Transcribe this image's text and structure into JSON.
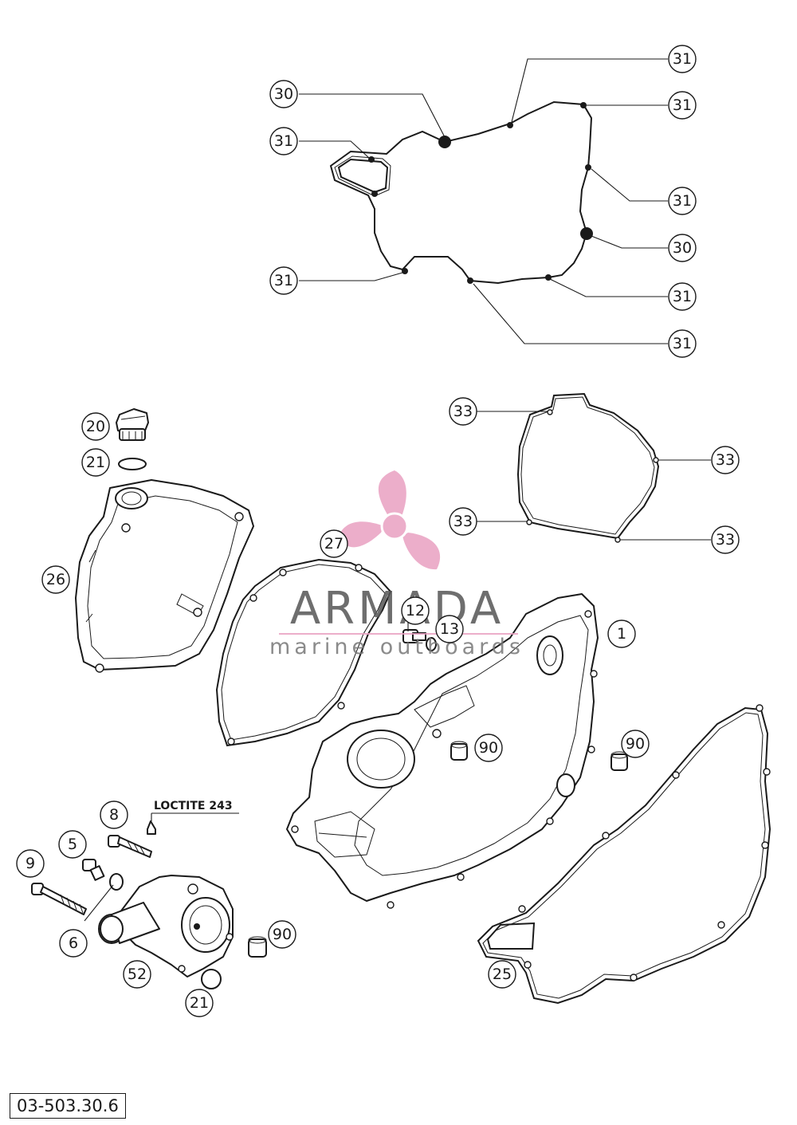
{
  "diagram_reference": "03-503.30.6",
  "note_text": "LOCTITE 243",
  "watermark": {
    "title": "ARMADA",
    "subtitle": "marine outboards",
    "logo_icon": "propeller-icon",
    "color": "#e9a0c1"
  },
  "callouts": {
    "c30a": "30",
    "c31a": "31",
    "c31b": "31",
    "c31c": "31",
    "c31d": "31",
    "c30b": "30",
    "c31e": "31",
    "c31f": "31",
    "c31g": "31",
    "c33a": "33",
    "c33b": "33",
    "c33c": "33",
    "c33d": "33",
    "c20": "20",
    "c21a": "21",
    "c26": "26",
    "c27": "27",
    "c12": "12",
    "c13": "13",
    "c1": "1",
    "c90a": "90",
    "c90b": "90",
    "c90c": "90",
    "c8": "8",
    "c5": "5",
    "c9": "9",
    "c6": "6",
    "c52": "52",
    "c21b": "21",
    "c25": "25"
  }
}
